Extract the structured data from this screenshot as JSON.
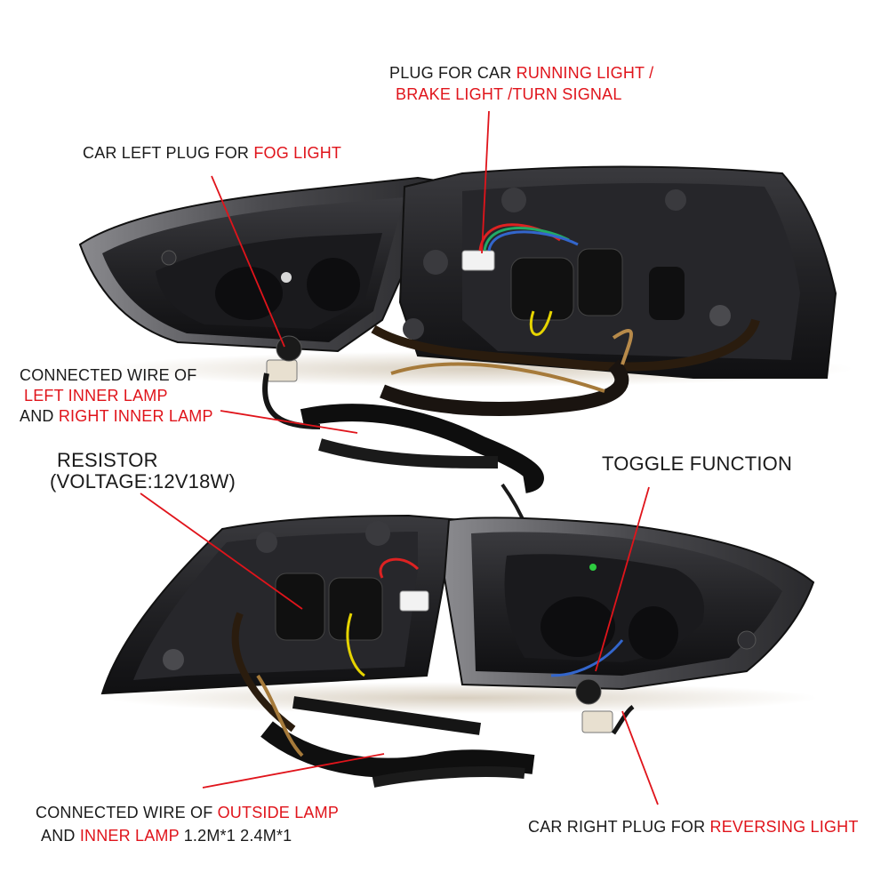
{
  "labels": {
    "running": {
      "prefix": "PLUG FOR CAR ",
      "red1": "RUNNING LIGHT /",
      "line2": "BRAKE LIGHT /TURN SIGNAL"
    },
    "fog": {
      "prefix": "CAR LEFT PLUG FOR ",
      "red": "FOG LIGHT"
    },
    "inner": {
      "line1": "CONNECTED WIRE OF",
      "line2_red": "LEFT INNER LAMP",
      "line3_prefix": "AND ",
      "line3_red": "RIGHT INNER LAMP"
    },
    "resistor": {
      "line1": "RESISTOR",
      "line2": "(VOLTAGE:12V18W)"
    },
    "toggle": {
      "text": "TOGGLE FUNCTION"
    },
    "outside": {
      "prefix": "CONNECTED WIRE OF ",
      "red1": "OUTSIDE LAMP",
      "line2_prefix": "AND ",
      "red2": "INNER LAMP",
      "suffix": " 1.2M*1 2.4M*1"
    },
    "reversing": {
      "prefix": "CAR RIGHT PLUG FOR ",
      "red": "REVERSING LIGHT"
    }
  },
  "colors": {
    "accent_red": "#e0141b",
    "text": "#1a1a1a",
    "lamp_body": "#2b2b2e",
    "lamp_dark": "#151517"
  }
}
